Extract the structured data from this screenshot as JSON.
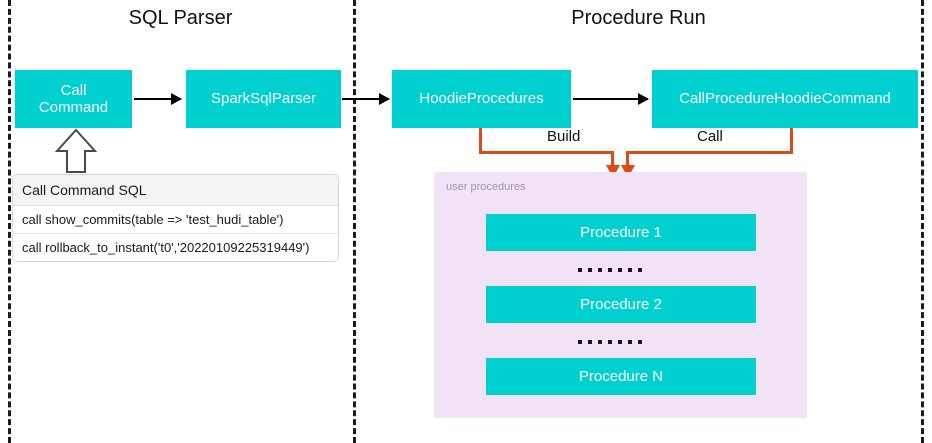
{
  "diagram": {
    "title_left": "SQL Parser",
    "title_right": "Procedure Run",
    "boxes": {
      "call_command": "Call\nCommand",
      "call_command_line1": "Call",
      "call_command_line2": "Command",
      "spark_sql_parser": "SparkSqlParser",
      "hoodie_procedures": "HoodieProcedures",
      "call_procedure_hoodie_command": "CallProcedureHoodieCommand"
    },
    "connector_labels": {
      "build": "Build",
      "call": "Call"
    },
    "sql_table": {
      "header": "Call Command SQL",
      "rows": [
        "call show_commits(table => 'test_hudi_table')",
        "call rollback_to_instant('t0','20220109225319449')"
      ]
    },
    "user_procedures_panel": {
      "caption": "user procedures",
      "procedures": [
        "Procedure 1",
        "Procedure 2",
        "Procedure N"
      ],
      "ellipsis_dot_count": 7
    },
    "colors": {
      "teal_box": "#00D0D0",
      "panel_pink": "#F2E3F6",
      "connector_orange": "#E04A12",
      "divider_black": "#1B1B1B",
      "box_text": "#FFFFFF",
      "caption_gray": "#9A9A9A"
    }
  }
}
